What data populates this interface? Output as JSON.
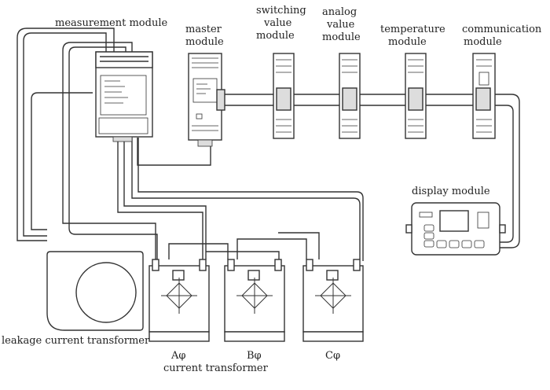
{
  "labels": {
    "measurement": "measurement module",
    "master_l1": "master",
    "master_l2": "module",
    "switching_l1": "switching",
    "switching_l2": "value",
    "switching_l3": "module",
    "analog_l1": "analog",
    "analog_l2": "value",
    "analog_l3": "module",
    "temperature_l1": "temperature",
    "temperature_l2": "module",
    "communication_l1": "communication",
    "communication_l2": "module",
    "display": "display module",
    "leakage": "leakage current transformer",
    "current": "current transformer",
    "phase_a": "Aφ",
    "phase_b": "Bφ",
    "phase_c": "Cφ"
  },
  "colors": {
    "line": "#333333",
    "fill": "#ffffff",
    "shade": "#d9d9d9"
  }
}
